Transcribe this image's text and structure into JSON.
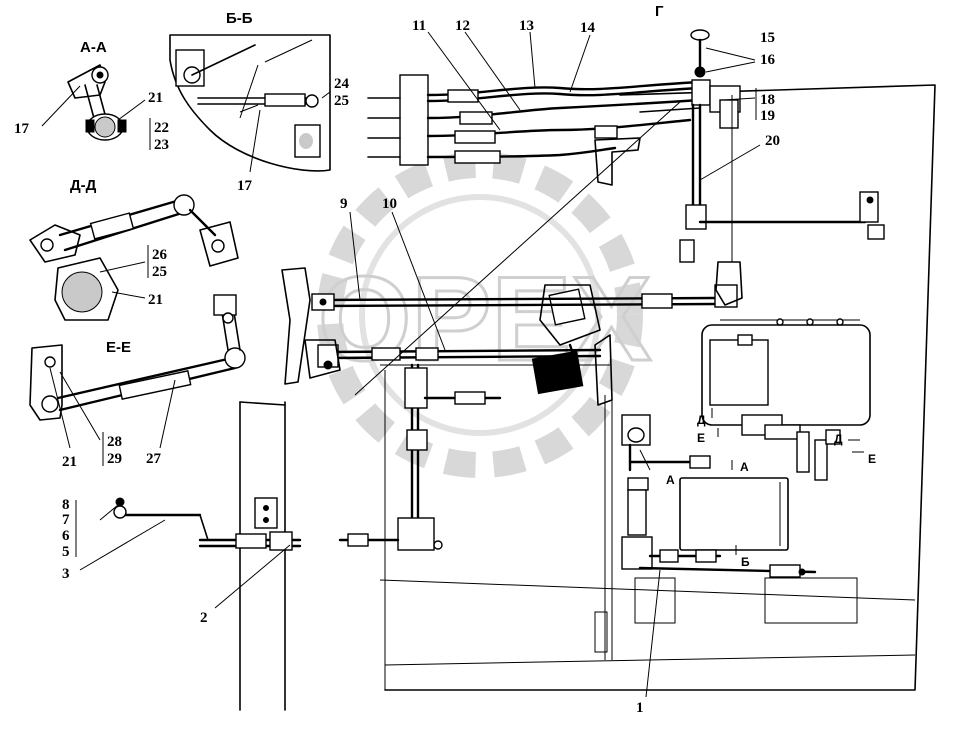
{
  "sections": {
    "aa": "А-А",
    "bb": "Б-Б",
    "dd": "Д-Д",
    "ee": "Е-Е",
    "g": "Г"
  },
  "labels": {
    "n1": "1",
    "n2": "2",
    "n3": "3",
    "n5": "5",
    "n6": "6",
    "n7": "7",
    "n8": "8",
    "n9": "9",
    "n10": "10",
    "n11": "11",
    "n12": "12",
    "n13": "13",
    "n14": "14",
    "n15": "15",
    "n16": "16",
    "n17a": "17",
    "n17b": "17",
    "n18": "18",
    "n19": "19",
    "n20": "20",
    "n21a": "21",
    "n21b": "21",
    "n21c": "21",
    "n22": "22",
    "n23": "23",
    "n24": "24",
    "n25a": "25",
    "n25b": "25",
    "n26": "26",
    "n27": "27",
    "n28": "28",
    "n29": "29"
  },
  "markers": {
    "a1": "А",
    "a2": "А",
    "b1": "Б",
    "d1": "Д",
    "d2": "Д",
    "e1": "Е",
    "e2": "Е"
  },
  "watermark": "OPEX",
  "colors": {
    "ink": "#000000",
    "watermark": "#cfcfcf",
    "background": "#ffffff"
  }
}
